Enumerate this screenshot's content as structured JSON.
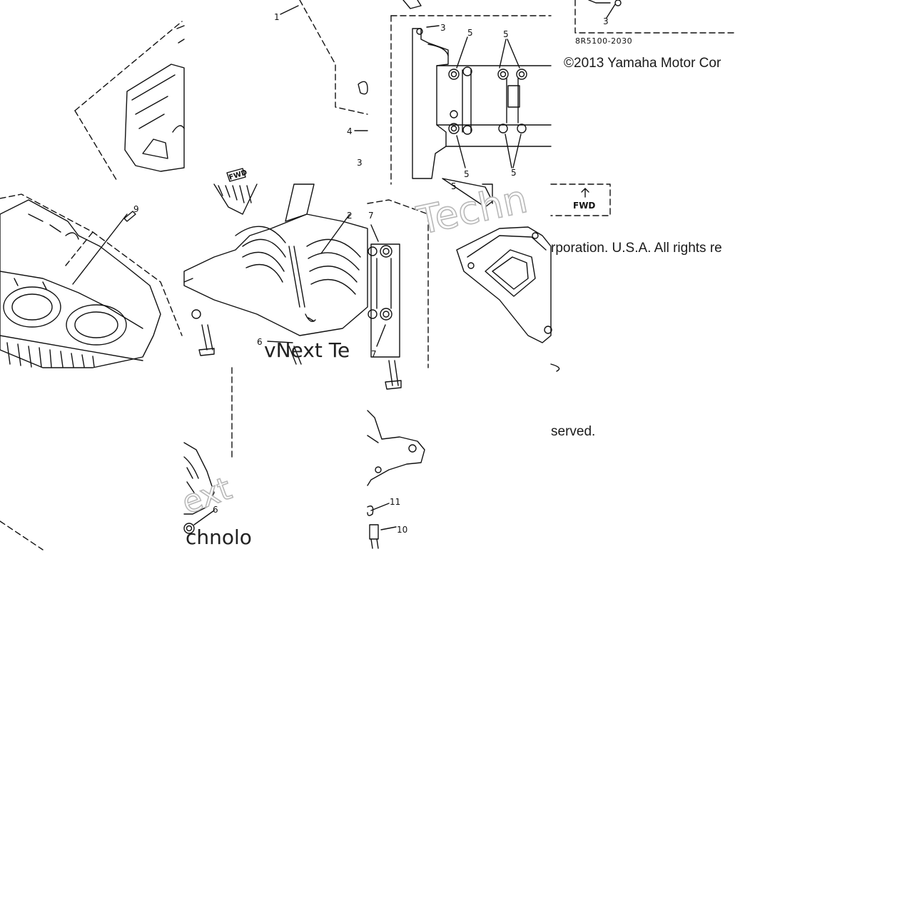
{
  "diagram": {
    "copyright_line_1": "©2013 Yamaha Motor Cor",
    "copyright_line_2": "rporation. U.S.A. All rights re",
    "copyright_line_3": "served.",
    "drawing_code": "8R5100-2030",
    "forward_label": "FWD",
    "forward_label_small": "FWD",
    "watermark_1": "Techn",
    "watermark_2": "vNext Te",
    "watermark_3": "ext",
    "watermark_4": "chnolo",
    "callouts": {
      "c1": "1",
      "c2": "2",
      "c3a": "3",
      "c3b": "3",
      "c3c": "3",
      "c4": "4",
      "c5a": "5",
      "c5b": "5",
      "c5c": "5",
      "c5d": "5",
      "c5e": "5",
      "c6a": "6",
      "c6b": "6",
      "c7a": "7",
      "c7b": "7",
      "c9": "9",
      "c10": "10",
      "c11": "11"
    }
  }
}
